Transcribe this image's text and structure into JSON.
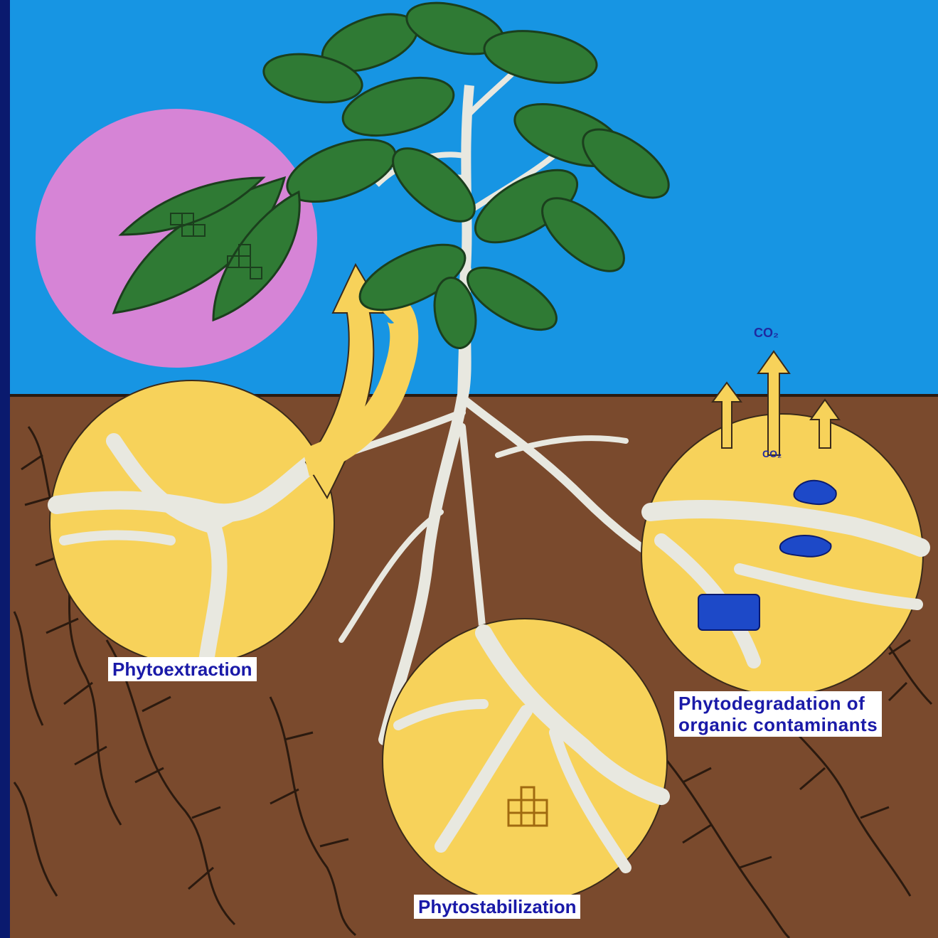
{
  "labels": {
    "phytoextraction": "Phytoextraction",
    "phytostabilization": "Phytostabilization",
    "phytodegradation": "Phytodegradation of\norganic contaminants"
  },
  "symbols": {
    "co2_top": "CO₂",
    "co2_inner": "CO₂"
  },
  "colors": {
    "sky": "#1795e3",
    "soil": "#7a4a2d",
    "border": "#0a1a6e",
    "zone_fill": "#f7d25a",
    "leaf_zone": "#d684d6",
    "leaf": "#2f7a34",
    "root": "#e8e8e0",
    "label_text": "#1a1aa8"
  }
}
